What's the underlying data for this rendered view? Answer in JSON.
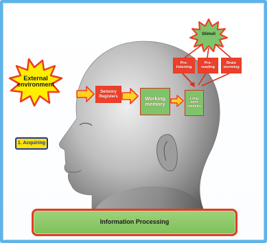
{
  "diagram": {
    "external_environment": "External environment",
    "stimuli": "Stimuli",
    "sensory_registers": "Sensory Registers",
    "working_memory": "Working memory",
    "long_term_memory": "Long term memory",
    "pre_listening": "Pre-listening",
    "pre_reading": "Pre-reading",
    "brain_storming": "Brain storming",
    "acquiring": "1. Acquiring",
    "information_processing": "Information Processing"
  },
  "colors": {
    "frame": "#5fb3e6",
    "burst_fill": "#ffee00",
    "burst_stroke": "#ee3a22",
    "stimuli_fill": "#7fc36a",
    "box_red": "#ee3f2a",
    "box_green": "#7fc36a",
    "arrow_fill": "#ffd21f",
    "arrow_stroke": "#ee3a22",
    "acquiring_fill": "#ffe300",
    "acquiring_border": "#1d35a8"
  },
  "icons": {
    "head": "human-head-profile"
  }
}
